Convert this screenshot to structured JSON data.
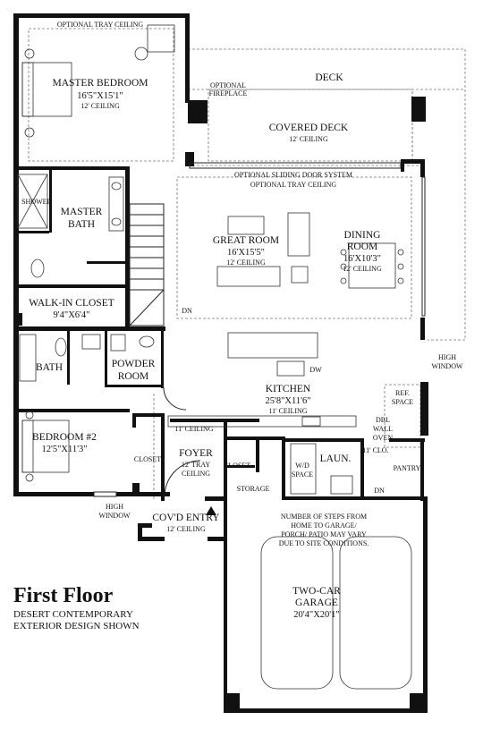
{
  "plan": {
    "title": "First Floor",
    "subtitle_line1": "DESERT CONTEMPORARY",
    "subtitle_line2": "EXTERIOR DESIGN SHOWN"
  },
  "rooms": {
    "master_bedroom": {
      "name": "MASTER BEDROOM",
      "dims": "16'5\"X15'1\"",
      "ceiling": "12' CEILING",
      "optional": "OPTIONAL TRAY CEILING"
    },
    "deck": {
      "name": "DECK"
    },
    "optional_fireplace": {
      "line1": "OPTIONAL",
      "line2": "FIREPLACE"
    },
    "covered_deck": {
      "name": "COVERED DECK",
      "ceiling": "12' CEILING"
    },
    "optional_sliding": {
      "line1": "OPTIONAL SLIDING DOOR SYSTEM",
      "line2": "OPTIONAL TRAY CEILING"
    },
    "shower": {
      "name": "SHOWER"
    },
    "master_bath": {
      "line1": "MASTER",
      "line2": "BATH"
    },
    "great_room": {
      "name": "GREAT ROOM",
      "dims": "16'X15'5\"",
      "ceiling": "12' CEILING"
    },
    "dining_room": {
      "line1": "DINING",
      "line2": "ROOM",
      "dims": "16'X10'3\"",
      "ceiling": "12' CEILING"
    },
    "walk_in_closet": {
      "name": "WALK-IN CLOSET",
      "dims": "9'4\"X6'4\""
    },
    "dn_stairs": {
      "label": "DN"
    },
    "bath": {
      "name": "BATH"
    },
    "powder_room": {
      "line1": "POWDER",
      "line2": "ROOM"
    },
    "dw": {
      "label": "DW"
    },
    "high_window_right": {
      "line1": "HIGH",
      "line2": "WINDOW"
    },
    "kitchen": {
      "name": "KITCHEN",
      "dims": "25'8\"X11'6\"",
      "ceiling": "11' CEILING"
    },
    "ref_space": {
      "line1": "REF.",
      "line2": "SPACE"
    },
    "bedroom2": {
      "name": "BEDROOM #2",
      "dims": "12'5\"X11'3\""
    },
    "foyer_ceiling": {
      "label": "11' CEILING"
    },
    "foyer": {
      "name": "FOYER",
      "line2": "12' TRAY",
      "line3": "CEILING"
    },
    "dbl_wall_oven": {
      "line1": "DBL",
      "line2": "WALL",
      "line3": "OVEN"
    },
    "closet_b2": {
      "name": "CLOSET"
    },
    "closet_foyer": {
      "name": "CLOSET"
    },
    "wd_space": {
      "line1": "W/D",
      "line2": "SPACE"
    },
    "laundry": {
      "name": "LAUN."
    },
    "clo_11": {
      "label": "11' CLO."
    },
    "pantry": {
      "name": "PANTRY"
    },
    "storage": {
      "name": "STORAGE"
    },
    "dn_garage": {
      "label": "DN"
    },
    "high_window_left": {
      "line1": "HIGH",
      "line2": "WINDOW"
    },
    "covd_entry": {
      "name": "COV'D ENTRY",
      "ceiling": "12' CEILING"
    },
    "steps_note": {
      "line1": "NUMBER OF STEPS FROM",
      "line2": "HOME TO GARAGE/",
      "line3": "PORCH/ PATIO MAY VARY",
      "line4": "DUE TO SITE CONDITIONS."
    },
    "garage": {
      "line1": "TWO-CAR",
      "line2": "GARAGE",
      "dims": "20'4\"X20'1\""
    }
  }
}
